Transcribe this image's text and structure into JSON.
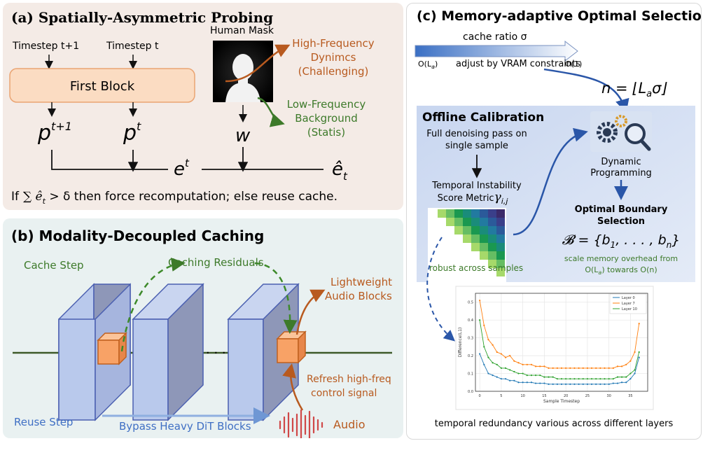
{
  "panel_a": {
    "title": "(a) Spatially-Asymmetric Probing",
    "timestep_next": "Timestep t+1",
    "timestep_cur": "Timestep t",
    "first_block": "First Block",
    "human_mask": "Human Mask",
    "high_freq_1": "High-Frequency",
    "high_freq_2": "Dynimcs",
    "high_freq_3": "(Challenging)",
    "low_freq_1": "Low-Frequency",
    "low_freq_2": "Background",
    "low_freq_3": "(Statis)",
    "p_next": "p",
    "p_next_sup": "t+1",
    "p_cur": "p",
    "p_cur_sup": "t",
    "w": "w",
    "e": "e",
    "e_sup": "t",
    "ehat": "ê",
    "ehat_sub": "t",
    "rule_prefix": "If",
    "rule_math": "∑ ê",
    "rule_sub": "t",
    "rule_rest": " > δ then force recomputation; else reuse cache."
  },
  "panel_b": {
    "title": "(b) Modality-Decoupled Caching",
    "cache_step": "Cache Step",
    "caching_residuals": "Caching Residuals",
    "lightweight_1": "Lightweight",
    "lightweight_2": "Audio Blocks",
    "refresh_1": "Refresh high-freq",
    "refresh_2": "control signal",
    "ellipsis": "· · ·",
    "reuse_step": "Reuse Step",
    "bypass": "Bypass Heavy DiT Blocks",
    "audio": "Audio"
  },
  "panel_c": {
    "title": "(c) Memory-adaptive Optimal Selection",
    "cache_ratio": "cache ratio σ",
    "o_la": "O(L",
    "o_la_sub": "a",
    "o_la_close": ")",
    "adjust": "adjust by VRAM constraints",
    "o_one": "O(1)",
    "n_formula": "n = ⌊L",
    "n_sub": "a",
    "n_close": "σ⌋",
    "offline_title": "Offline Calibration",
    "full_pass_1": "Full denoising pass on",
    "full_pass_2": "single sample",
    "instability_1": "Temporal Instability",
    "instability_2": "Score Metric",
    "gamma": "γ",
    "gamma_sub": "i,j",
    "robust": "robust across samples",
    "dynamic_1": "Dynamic",
    "dynamic_2": "Programming",
    "optimal_1": "Optimal Boundary",
    "optimal_2": "Selection",
    "boundary_set": "𝓑 = {b",
    "b1_sub": "1",
    "boundary_mid": ", . . . , b",
    "bn_sub": "n",
    "boundary_close": "}",
    "scale_1": "scale memory overhead from",
    "scale_2": "O(L",
    "scale_2_sub": "a",
    "scale_2_rest": ") towards O(n)",
    "redundancy_caption": "temporal redundancy various across different layers"
  },
  "chart_data": {
    "type": "line",
    "xlabel": "Sample Timestep",
    "ylabel": "Difference(L1)",
    "xlim": [
      -1,
      39
    ],
    "ylim": [
      0.0,
      0.55
    ],
    "xticks": [
      0,
      5,
      10,
      15,
      20,
      25,
      30,
      35
    ],
    "yticks": [
      0.0,
      0.1,
      0.2,
      0.3,
      0.4,
      0.5
    ],
    "grid": true,
    "legend": "top-right",
    "x": [
      0,
      1,
      2,
      3,
      4,
      5,
      6,
      7,
      8,
      9,
      10,
      11,
      12,
      13,
      14,
      15,
      16,
      17,
      18,
      19,
      20,
      21,
      22,
      23,
      24,
      25,
      26,
      27,
      28,
      29,
      30,
      31,
      32,
      33,
      34,
      35,
      36,
      37
    ],
    "series": [
      {
        "name": "Layer 0",
        "color": "#1f77b4",
        "values": [
          0.21,
          0.15,
          0.1,
          0.09,
          0.08,
          0.07,
          0.07,
          0.06,
          0.06,
          0.05,
          0.05,
          0.05,
          0.05,
          0.045,
          0.045,
          0.045,
          0.04,
          0.04,
          0.04,
          0.04,
          0.04,
          0.04,
          0.04,
          0.04,
          0.04,
          0.04,
          0.04,
          0.04,
          0.04,
          0.04,
          0.04,
          0.045,
          0.045,
          0.05,
          0.05,
          0.07,
          0.1,
          0.19
        ]
      },
      {
        "name": "Layer 7",
        "color": "#ff7f0e",
        "values": [
          0.51,
          0.37,
          0.29,
          0.26,
          0.22,
          0.21,
          0.19,
          0.2,
          0.17,
          0.16,
          0.15,
          0.15,
          0.15,
          0.14,
          0.14,
          0.14,
          0.13,
          0.13,
          0.13,
          0.13,
          0.13,
          0.13,
          0.13,
          0.13,
          0.13,
          0.13,
          0.13,
          0.13,
          0.13,
          0.13,
          0.13,
          0.13,
          0.14,
          0.14,
          0.15,
          0.17,
          0.22,
          0.38
        ]
      },
      {
        "name": "Layer 10",
        "color": "#2ca02c",
        "values": [
          0.4,
          0.25,
          0.19,
          0.16,
          0.15,
          0.13,
          0.13,
          0.12,
          0.11,
          0.1,
          0.1,
          0.09,
          0.09,
          0.09,
          0.09,
          0.08,
          0.08,
          0.08,
          0.07,
          0.07,
          0.07,
          0.07,
          0.07,
          0.07,
          0.07,
          0.07,
          0.07,
          0.07,
          0.07,
          0.07,
          0.07,
          0.07,
          0.08,
          0.08,
          0.08,
          0.1,
          0.12,
          0.22
        ]
      }
    ]
  }
}
